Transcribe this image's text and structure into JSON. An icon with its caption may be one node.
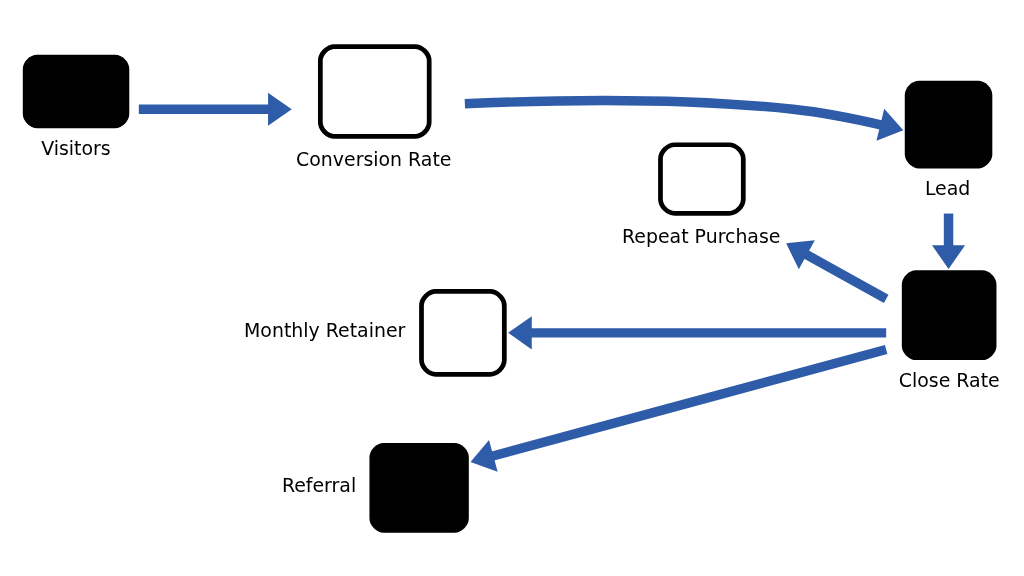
{
  "diagram": {
    "nodes": [
      {
        "text": [
          "Visitors"
        ]
      },
      {
        "text": [
          "Conversion Rate"
        ]
      },
      {
        "text": [
          "Lead"
        ]
      },
      {
        "text": [
          "Close Rate"
        ]
      },
      {
        "text": [
          "Repeat Purchase"
        ]
      },
      {
        "text": [
          "Monthly Retainer"
        ]
      },
      {
        "text": [
          "Referral"
        ]
      }
    ],
    "edges": [
      {
        "from": 0,
        "to": 1,
        "arrow": "to"
      },
      {
        "from": 1,
        "to": 2,
        "arrow": "to"
      },
      {
        "from": 2,
        "to": 3,
        "arrow": "to"
      },
      {
        "from": 3,
        "to": 4,
        "arrow": "to"
      },
      {
        "from": 3,
        "to": 5,
        "arrow": "to"
      },
      {
        "from": 3,
        "to": 6,
        "arrow": "to"
      }
    ]
  }
}
